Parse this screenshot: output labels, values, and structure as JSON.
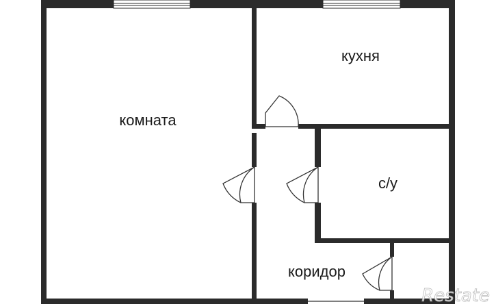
{
  "plan": {
    "rooms": {
      "living_room": "комната",
      "kitchen": "кухня",
      "bathroom": "с/у",
      "corridor": "коридор"
    },
    "watermark": "Restate",
    "colors": {
      "wall": "#2b2b2b",
      "background": "#ffffff",
      "window": "#ffffff",
      "door": "#333333"
    }
  }
}
